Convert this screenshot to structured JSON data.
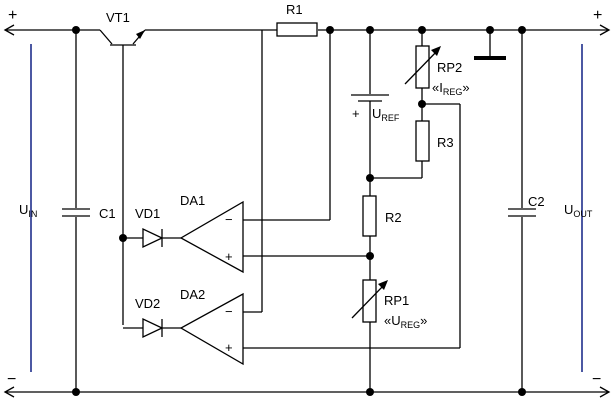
{
  "rails": {
    "plus_left": "+",
    "plus_right": "+",
    "minus_left": "−",
    "minus_right": "−"
  },
  "inputs": {
    "u_in_main": "U",
    "u_in_sub": "IN"
  },
  "outputs": {
    "u_out_main": "U",
    "u_out_sub": "OUT"
  },
  "components": {
    "vt1": "VT1",
    "r1": "R1",
    "r2": "R2",
    "r3": "R3",
    "c1": "C1",
    "c2": "C2",
    "vd1": "VD1",
    "vd2": "VD2",
    "da1": "DA1",
    "da2": "DA2",
    "rp1": "RP1",
    "rp1_label_open": "«U",
    "rp1_label_sub": "REG",
    "rp1_label_close": "»",
    "rp2": "RP2",
    "rp2_label_open": "«I",
    "rp2_label_sub": "REG",
    "rp2_label_close": "»",
    "uref_plus": "+",
    "uref_main": "U",
    "uref_sub": "REF",
    "opamp_minus": "−",
    "opamp_plus": "+"
  },
  "colors": {
    "wire": "#000000",
    "voltage_arrow": "#1f2f8c",
    "background": "#ffffff"
  }
}
